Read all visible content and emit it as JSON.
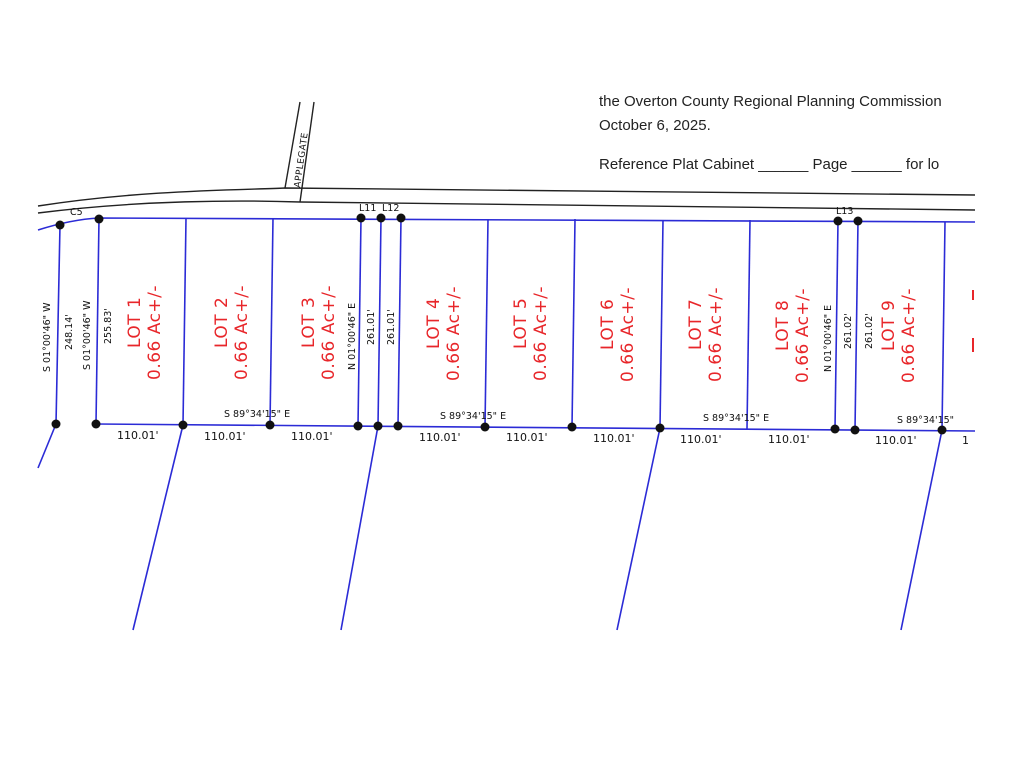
{
  "notes": {
    "line1": "the Overton County Regional Planning Commission",
    "line2": "October 6, 2025.",
    "line3": "Reference Plat Cabinet ______ Page ______ for lo"
  },
  "road_name": "APPLEGATE",
  "curve_label": "C5",
  "line_labels": {
    "l11": "L11",
    "l12": "L12",
    "l13": "L13"
  },
  "lots": [
    {
      "name": "LOT 1",
      "area": "0.66 Ac+/-"
    },
    {
      "name": "LOT 2",
      "area": "0.66 Ac+/-"
    },
    {
      "name": "LOT 3",
      "area": "0.66 Ac+/-"
    },
    {
      "name": "LOT 4",
      "area": "0.66 Ac+/-"
    },
    {
      "name": "LOT 5",
      "area": "0.66 Ac+/-"
    },
    {
      "name": "LOT 6",
      "area": "0.66 Ac+/-"
    },
    {
      "name": "LOT 7",
      "area": "0.66 Ac+/-"
    },
    {
      "name": "LOT 8",
      "area": "0.66 Ac+/-"
    },
    {
      "name": "LOT 9",
      "area": "0.66 Ac+/-"
    }
  ],
  "side_bearings": {
    "left_1": "S 01°00'46\" W",
    "left_2": "S 01°00'46\" W",
    "mid_1": "N 01°00'46\" E",
    "mid_2": "N 01°00'46\" E"
  },
  "side_lengths": {
    "left_1": "248.14'",
    "left_2": "255.83'",
    "mid_1": "261.01'",
    "mid_2": "261.01'",
    "mid_3": "261.02'"
  },
  "rear_bearings": {
    "b1": "S 89°34'15\" E",
    "b2": "S 89°34'15\" E",
    "b3": "S 89°34'15\" E",
    "b4": "S 89°34'15\""
  },
  "rear_lengths": [
    "110.01'",
    "110.01'",
    "110.01'",
    "110.01'",
    "110.01'",
    "110.01'",
    "110.01'",
    "110.01'",
    "110.01'",
    "1"
  ],
  "colors": {
    "boundary": "#2b2bd6",
    "lot_label": "#e8262a",
    "road": "#222222",
    "text": "#111111"
  }
}
